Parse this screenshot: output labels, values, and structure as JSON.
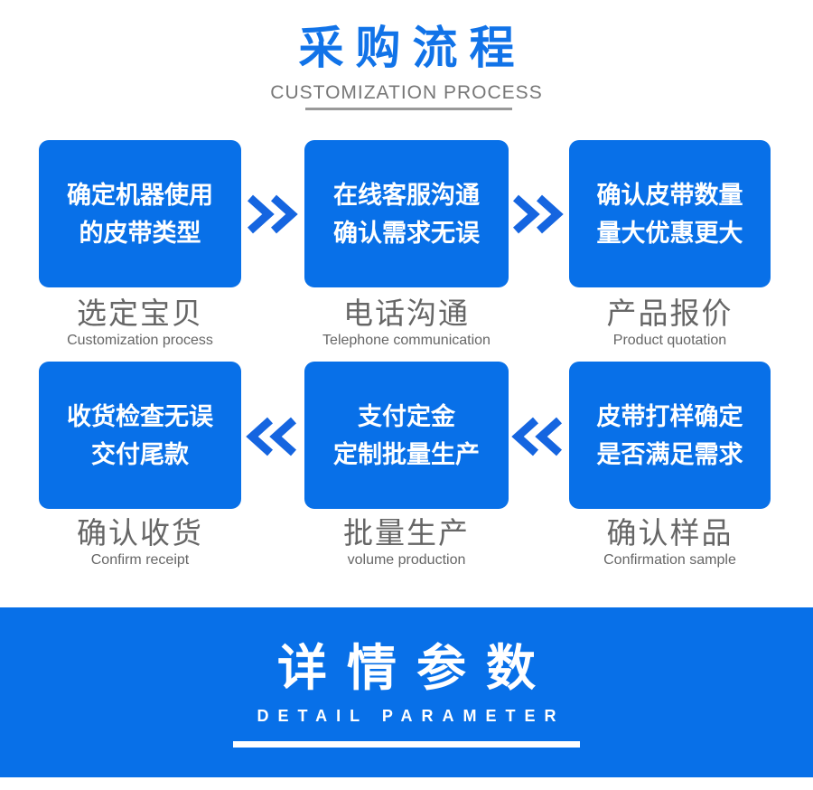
{
  "header": {
    "title": "采购流程",
    "subtitle": "CUSTOMIZATION PROCESS"
  },
  "flow": {
    "rows": [
      {
        "direction": "right",
        "steps": [
          {
            "line1": "确定机器使用",
            "line2": "的皮带类型",
            "label_cn": "选定宝贝",
            "label_en": "Customization process"
          },
          {
            "line1": "在线客服沟通",
            "line2": "确认需求无误",
            "label_cn": "电话沟通",
            "label_en": "Telephone communication"
          },
          {
            "line1": "确认皮带数量",
            "line2": "量大优惠更大",
            "label_cn": "产品报价",
            "label_en": "Product quotation"
          }
        ]
      },
      {
        "direction": "left",
        "steps": [
          {
            "line1": "收货检查无误",
            "line2": "交付尾款",
            "label_cn": "确认收货",
            "label_en": "Confirm receipt"
          },
          {
            "line1": "支付定金",
            "line2": "定制批量生产",
            "label_cn": "批量生产",
            "label_en": "volume production"
          },
          {
            "line1": "皮带打样确定",
            "line2": "是否满足需求",
            "label_cn": "确认样品",
            "label_en": "Confirmation sample"
          }
        ]
      }
    ]
  },
  "banner": {
    "title": "详情参数",
    "subtitle": "DETAIL PARAMETER"
  },
  "colors": {
    "primary_blue": "#0870e8",
    "title_blue": "#1173e8",
    "arrow_blue": "#1565e0",
    "gray_text": "#666666",
    "subtitle_gray": "#777777",
    "underline_gray": "#999999"
  }
}
